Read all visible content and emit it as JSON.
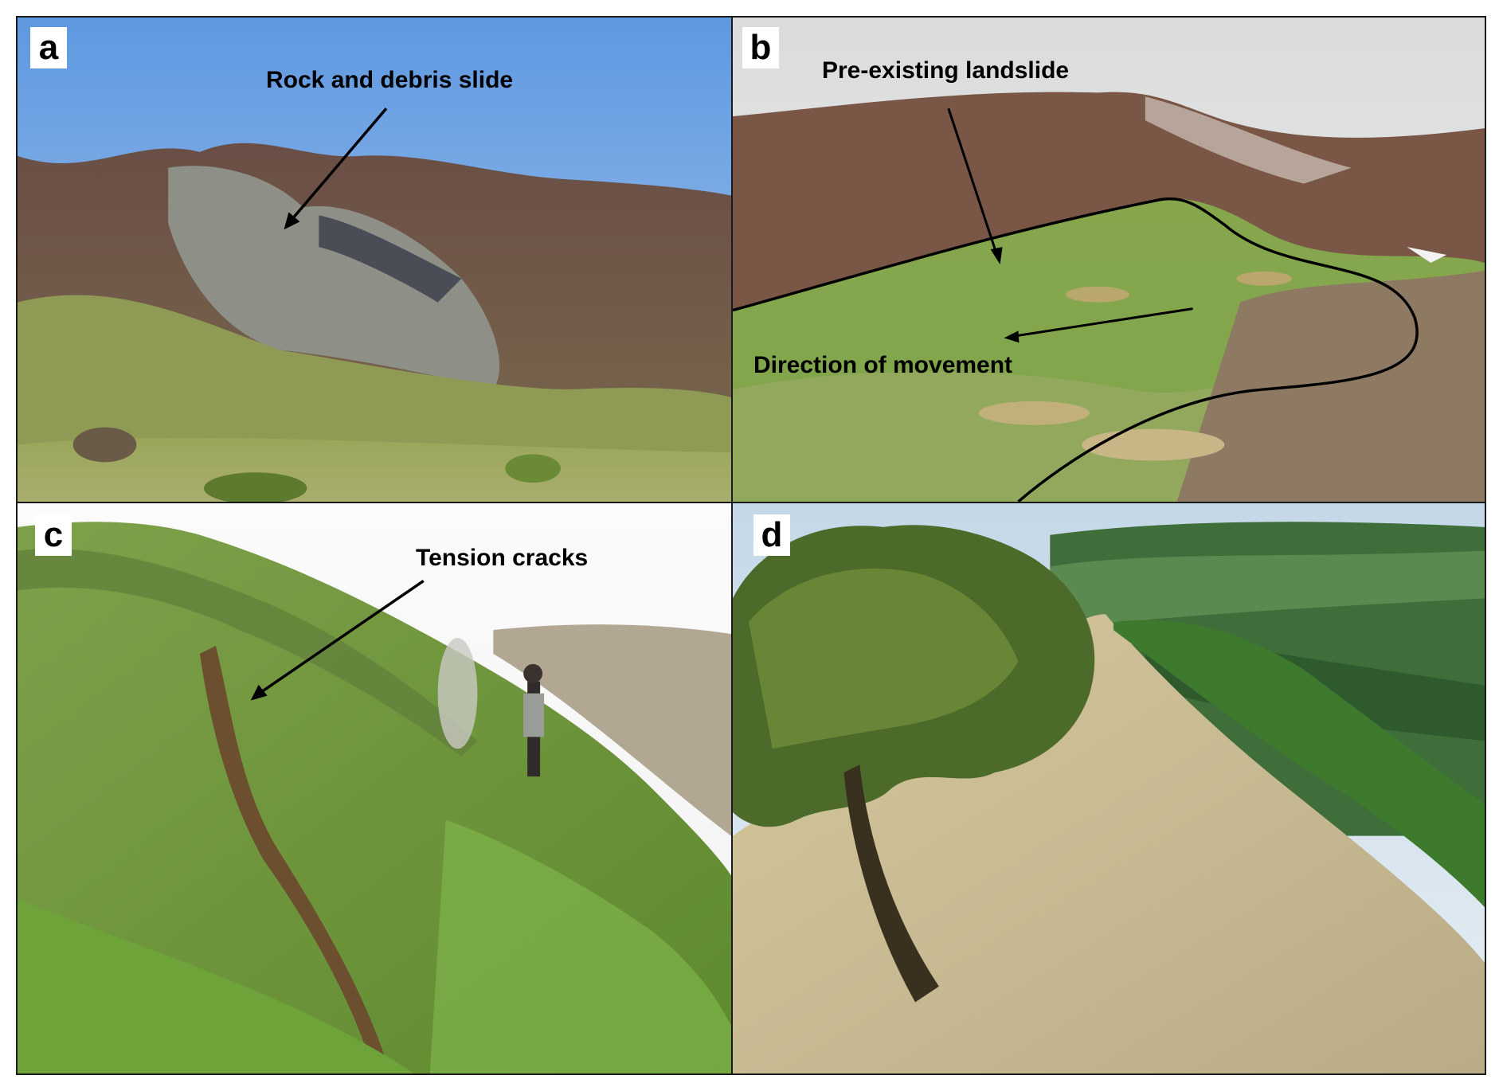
{
  "panels": {
    "a": {
      "letter": "a",
      "annotation": "Rock and debris slide"
    },
    "b": {
      "letter": "b",
      "annotations": [
        "Pre-existing landslide",
        "Direction of movement"
      ]
    },
    "c": {
      "letter": "c",
      "annotation": "Tension cracks"
    },
    "d": {
      "letter": "d"
    }
  },
  "colors": {
    "sky": "#6fa6e6",
    "forest": "#6b4a3c",
    "grass": "#8fb04a",
    "scar": "#8d8e86",
    "ink": "#000000"
  }
}
